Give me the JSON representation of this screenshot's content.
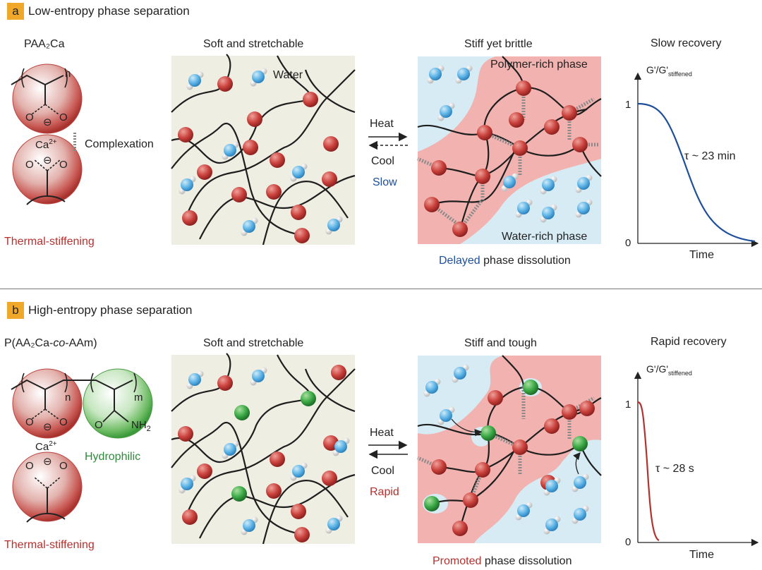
{
  "section_a": {
    "badge": "a",
    "title": "Low-entropy phase separation",
    "monomer_label": "PAA₂Ca",
    "unit_n": "n",
    "o_atom": "O",
    "minus": "⊖",
    "ion_label": "Ca",
    "ion_charge": "2+",
    "complexation": "Complexation",
    "thermal": "Thermal-stiffening",
    "soft_title": "Soft and stretchable",
    "water_label": "Water",
    "heat": "Heat",
    "cool": "Cool",
    "speed": "Slow",
    "stiff_title": "Stiff yet brittle",
    "polymer_phase": "Polymer-rich phase",
    "water_phase": "Water-rich phase",
    "dissolution_key": "Delayed",
    "dissolution_rest": " phase dissolution",
    "recovery_title": "Slow recovery",
    "y_label": "G'/G'",
    "y_sub": "stiffened",
    "y_one": "1",
    "y_zero": "0",
    "x_label": "Time",
    "tau": "τ ~ 23 min"
  },
  "section_b": {
    "badge": "b",
    "title": "High-entropy phase separation",
    "copolymer_pre": "P(AA₂Ca-",
    "copolymer_co": "co",
    "copolymer_post": "-AAm)",
    "unit_n": "n",
    "unit_m": "m",
    "o_atom": "O",
    "nh2": "NH",
    "nh2_sub": "2",
    "minus": "⊖",
    "ion_label": "Ca",
    "ion_charge": "2+",
    "hydrophilic": "Hydrophilic",
    "thermal": "Thermal-stiffening",
    "soft_title": "Soft and stretchable",
    "heat": "Heat",
    "cool": "Cool",
    "speed": "Rapid",
    "stiff_title": "Stiff and tough",
    "dissolution_key": "Promoted",
    "dissolution_rest": " phase dissolution",
    "recovery_title": "Rapid recovery",
    "y_label": "G'/G'",
    "y_sub": "stiffened",
    "y_one": "1",
    "y_zero": "0",
    "x_label": "Time",
    "tau": "τ ~ 28 s"
  },
  "colors": {
    "accent_badge": "#f0a82a",
    "polymer_bead": "#c9403b",
    "aam_bead": "#3aa845",
    "water": "#5bb3e6",
    "panel_bg": "#efeee3",
    "polymer_phase": "#f2b3b0",
    "water_phase": "#d6ebf4",
    "slow_curve": "#1f4f9a",
    "rapid_curve": "#b3322f"
  },
  "icons": [
    "water-molecule-icon",
    "polymer-bead-icon",
    "hydrophilic-bead-icon",
    "heat-arrow-icon",
    "cool-arrow-icon",
    "curved-arrow-icon"
  ]
}
